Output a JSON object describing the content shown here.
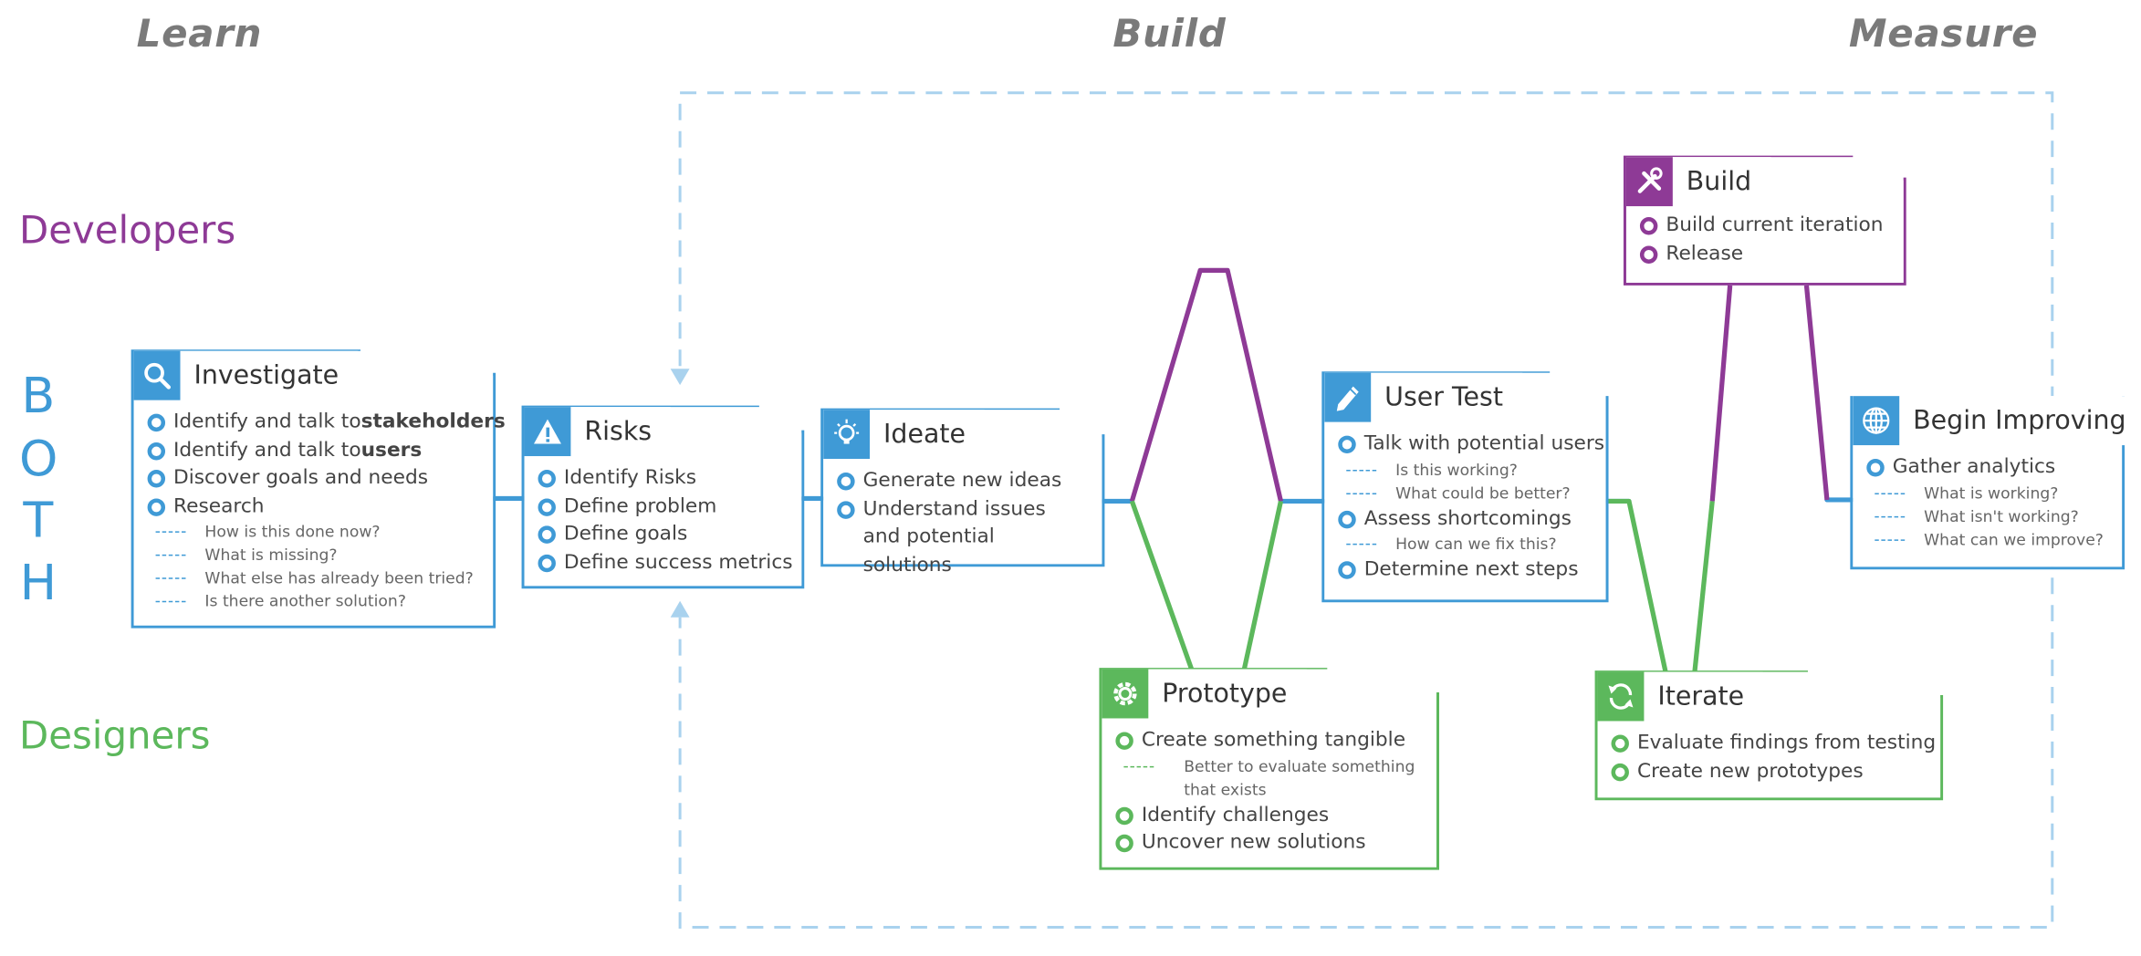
{
  "phases": {
    "learn": "Learn",
    "build": "Build",
    "measure": "Measure"
  },
  "lanes": {
    "developers": "Developers",
    "designers": "Designers",
    "both_letters": [
      "B",
      "O",
      "T",
      "H"
    ]
  },
  "colors": {
    "both": "#3f9ad6",
    "developers": "#8e3a96",
    "designers": "#5cb85c",
    "phase": "#7a7a7a"
  },
  "cards": {
    "investigate": {
      "title": "Investigate",
      "icon": "search-icon",
      "items": [
        {
          "pre": "Identify and talk to ",
          "bold": "stakeholders"
        },
        {
          "pre": "Identify and talk to ",
          "bold": "users"
        },
        {
          "pre": "Discover goals and needs"
        },
        {
          "pre": "Research"
        }
      ],
      "subitems": [
        "How is this done now?",
        "What is missing?",
        "What else has already been tried?",
        "Is there another solution?"
      ]
    },
    "risks": {
      "title": "Risks",
      "icon": "warning-icon",
      "items": [
        "Identify Risks",
        "Define problem",
        "Define goals",
        "Define success metrics"
      ]
    },
    "ideate": {
      "title": "Ideate",
      "icon": "lightbulb-icon",
      "items": [
        "Generate new ideas",
        "Understand issues and potential solutions"
      ]
    },
    "prototype": {
      "title": "Prototype",
      "icon": "gear-icon",
      "items": [
        "Create something tangible",
        "Identify challenges",
        "Uncover new solutions"
      ],
      "subitems": [
        "Better to evaluate something that exists"
      ]
    },
    "user_test": {
      "title": "User Test",
      "icon": "pencil-icon",
      "items": [
        "Talk with potential users",
        "Assess shortcomings",
        "Determine next steps"
      ],
      "subitems_1": [
        "Is this working?",
        "What could be better?"
      ],
      "subitems_2": [
        "How can we fix this?"
      ]
    },
    "build": {
      "title": "Build",
      "icon": "tools-icon",
      "items": [
        "Build current iteration",
        "Release"
      ]
    },
    "iterate": {
      "title": "Iterate",
      "icon": "refresh-icon",
      "items": [
        "Evaluate findings from testing",
        "Create new prototypes"
      ]
    },
    "begin_improving": {
      "title": "Begin Improving",
      "icon": "globe-icon",
      "items": [
        "Gather analytics"
      ],
      "subitems": [
        "What is working?",
        "What isn't working?",
        "What can we improve?"
      ]
    }
  }
}
